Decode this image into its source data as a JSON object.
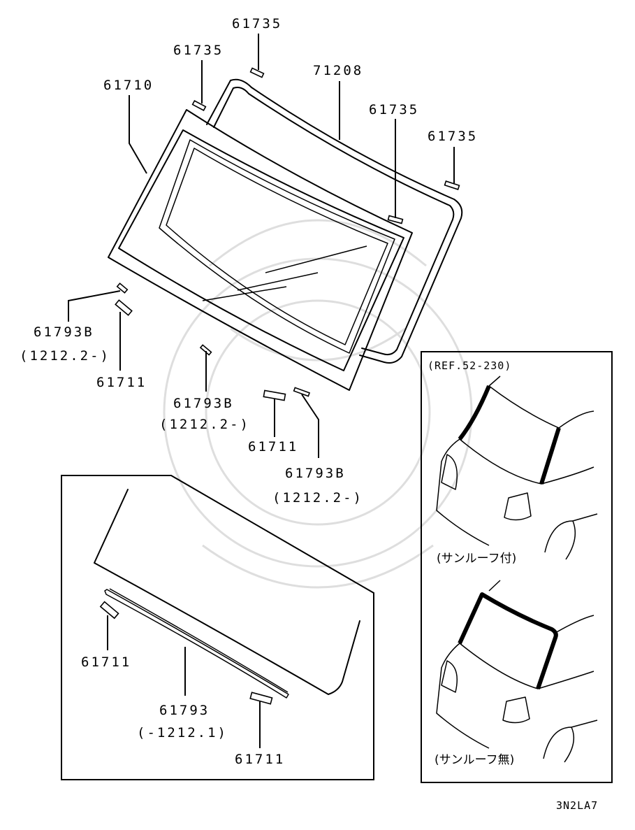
{
  "labels": {
    "p61735_a": "61735",
    "p61735_b": "61735",
    "p71208": "71208",
    "p61710": "61710",
    "p61735_c": "61735",
    "p61735_d": "61735",
    "p61793B_a": "61793B",
    "p61793B_a_range": "(1212.2-)",
    "p61711_a": "61711",
    "p61793B_b": "61793B",
    "p61793B_b_range": "(1212.2-)",
    "p61711_b": "61711",
    "p61793B_c": "61793B",
    "p61793B_c_range": "(1212.2-)",
    "p61711_c": "61711",
    "p61793": "61793",
    "p61793_range": "(-1212.1)",
    "p61711_d": "61711"
  },
  "ref_box": {
    "title": "(REF.52-230)",
    "with_sunroof": "(サンルーフ付)",
    "without_sunroof": "(サンルーフ無)"
  },
  "diagram_code": "3N2LA7"
}
